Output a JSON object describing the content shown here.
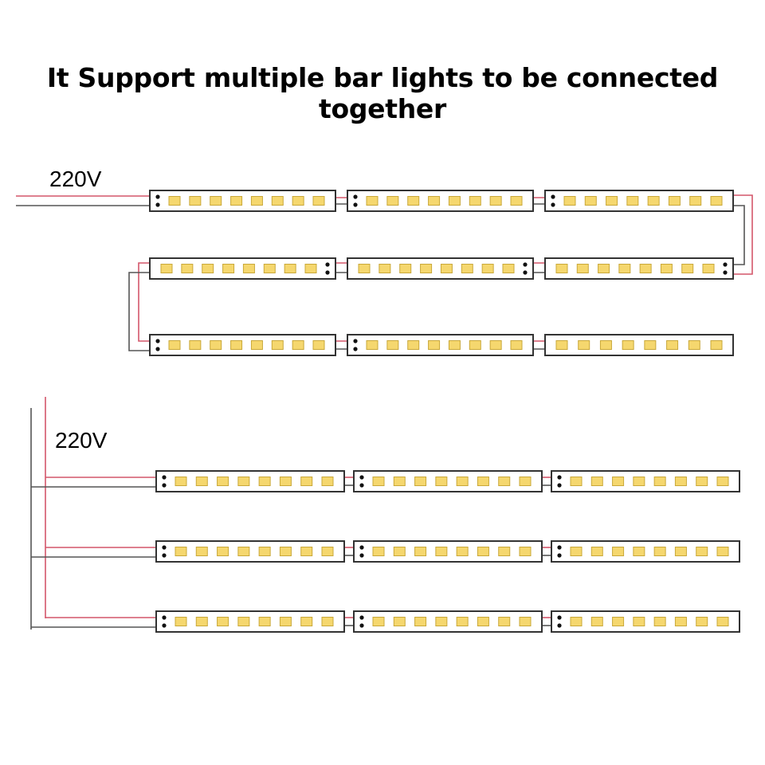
{
  "title": "It Support multiple bar lights to be connected together",
  "diagrams": [
    {
      "id": "series",
      "voltage_label": "220V",
      "layout": "serial snake: 3 rows of 3 bars, each bar feeding the next"
    },
    {
      "id": "parallel",
      "voltage_label": "220V",
      "layout": "parallel: 3 rows of 3 bars, each row branching from a common supply"
    }
  ],
  "colors": {
    "live_wire": "#d4576a",
    "neutral_wire": "#555555",
    "bar_outline": "#333333",
    "led_fill": "#f5d76e",
    "led_stroke": "#c9a83a",
    "terminal": "#111111"
  },
  "leds_per_bar": 8
}
